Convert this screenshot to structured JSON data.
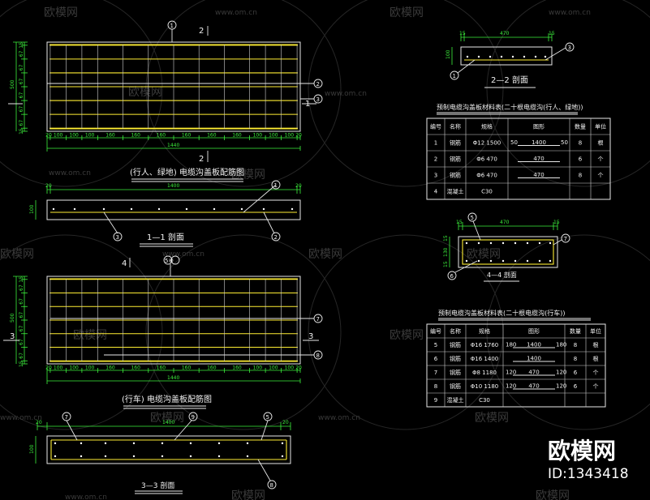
{
  "watermark": {
    "brand": "欧模网",
    "url": "www.om.cn"
  },
  "brand_corner": {
    "name": "欧模网",
    "id": "ID:1343418"
  },
  "plan1": {
    "title": "(行人、绿地) 电缆沟盖板配筋图",
    "left_dims": [
      "15",
      "67",
      "67",
      "67",
      "67",
      "67",
      "67",
      "15"
    ],
    "height_dim": "500",
    "bottom_dims": [
      "20",
      "100",
      "100",
      "100",
      "160",
      "160",
      "160",
      "160",
      "160",
      "160",
      "100",
      "100",
      "100",
      "20"
    ],
    "total_dim": "1440",
    "mark_1": "1",
    "mark_2": "2",
    "mark_3": "3"
  },
  "section11": {
    "title": "1—1 剖面",
    "top_dims": [
      "20",
      "1400",
      "20"
    ],
    "height_dim": "100",
    "mark_1": "1",
    "mark_2": "2",
    "mark_3": "3"
  },
  "plan2": {
    "title": "(行车) 电缆沟盖板配筋图",
    "left_dims": [
      "15",
      "67",
      "67",
      "67",
      "67",
      "67",
      "67",
      "15"
    ],
    "height_dim": "500",
    "bottom_dims": [
      "20",
      "100",
      "100",
      "100",
      "160",
      "160",
      "160",
      "160",
      "160",
      "160",
      "100",
      "100",
      "100",
      "20"
    ],
    "total_dim": "1440",
    "mark_3": "3",
    "mark_4": "4",
    "mark_56": "5⑥",
    "mark_7": "7",
    "mark_8": "8"
  },
  "section33": {
    "title": "3—3 剖面",
    "top_dims": [
      "20",
      "1400",
      "20"
    ],
    "height_dim": "100",
    "mark_5": "5",
    "mark_7": "7",
    "mark_8": "8",
    "mark_9": "9"
  },
  "section22": {
    "title": "2—2 剖面",
    "top_dims": [
      "15",
      "470",
      "15"
    ],
    "height_dim": "100",
    "mark_1": "1",
    "mark_3": "3"
  },
  "section44": {
    "title": "4—4 剖面",
    "top_dims": [
      "15",
      "470",
      "15"
    ],
    "height_dims": [
      "15",
      "130",
      "15"
    ],
    "mark_5": "5",
    "mark_6": "6",
    "mark_7": "7"
  },
  "table1": {
    "title": "预制电缆沟盖板材料表(二十根电缆沟(行人、绿地))",
    "headers": [
      "编号",
      "名称",
      "规格",
      "图形",
      "数量",
      "单位"
    ],
    "rows": [
      {
        "no": "1",
        "name": "钢筋",
        "spec": "Φ12  1500",
        "shape": "1400",
        "shape_l": "50",
        "shape_r": "50",
        "qty": "8",
        "unit": "根"
      },
      {
        "no": "2",
        "name": "钢筋",
        "spec": "Φ6  470",
        "shape": "470",
        "shape_l": "",
        "shape_r": "",
        "qty": "6",
        "unit": "个"
      },
      {
        "no": "3",
        "name": "钢筋",
        "spec": "Φ6  470",
        "shape": "470",
        "shape_l": "",
        "shape_r": "",
        "qty": "8",
        "unit": "个"
      },
      {
        "no": "4",
        "name": "混凝土",
        "spec": "C30",
        "shape": "",
        "shape_l": "",
        "shape_r": "",
        "qty": "",
        "unit": ""
      }
    ]
  },
  "table2": {
    "title": "预制电缆沟盖板材料表(二十根电缆沟(行车))",
    "headers": [
      "编号",
      "名称",
      "规格",
      "图形",
      "数量",
      "单位"
    ],
    "rows": [
      {
        "no": "5",
        "name": "钢筋",
        "spec": "Φ16  1760",
        "shape": "1400",
        "shape_l": "180",
        "shape_r": "180",
        "qty": "8",
        "unit": "根"
      },
      {
        "no": "6",
        "name": "钢筋",
        "spec": "Φ16  1400",
        "shape": "1400",
        "shape_l": "",
        "shape_r": "",
        "qty": "8",
        "unit": "根"
      },
      {
        "no": "7",
        "name": "钢筋",
        "spec": "Φ8  1180",
        "shape": "470",
        "shape_l": "120",
        "shape_r": "120",
        "qty": "6",
        "unit": "个"
      },
      {
        "no": "8",
        "name": "钢筋",
        "spec": "Φ10  1180",
        "shape": "470",
        "shape_l": "120",
        "shape_r": "120",
        "qty": "6",
        "unit": "个"
      },
      {
        "no": "9",
        "name": "混凝土",
        "spec": "C30",
        "shape": "",
        "shape_l": "",
        "shape_r": "",
        "qty": "",
        "unit": ""
      }
    ]
  }
}
